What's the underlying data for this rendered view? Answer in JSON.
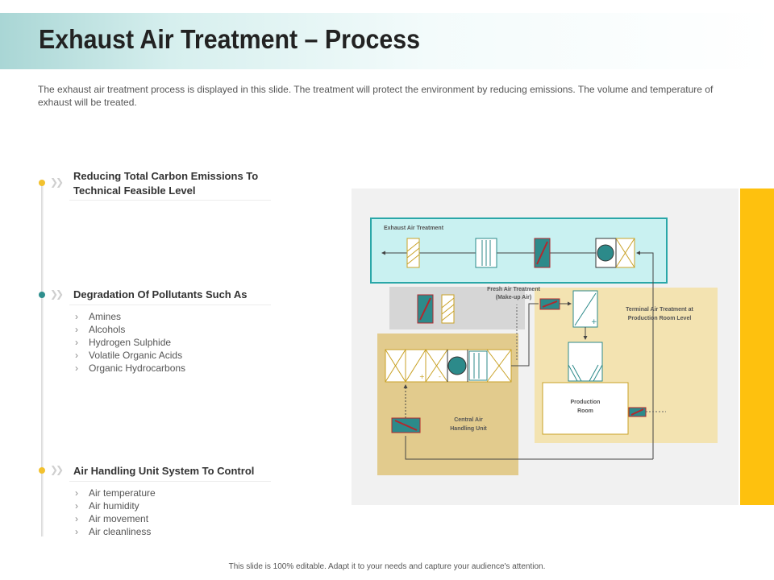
{
  "title": "Exhaust Air Treatment – Process",
  "description": "The exhaust air treatment process is displayed in this slide. The treatment will protect the environment by reducing emissions. The volume and temperature of exhaust will be treated.",
  "points": [
    {
      "title_line1": "Reducing Total Carbon Emissions To",
      "title_line2": "Technical Feasible Level",
      "items": []
    },
    {
      "title_line1": "Degradation Of Pollutants Such As",
      "title_line2": "",
      "items": [
        "Amines",
        "Alcohols",
        "Hydrogen Sulphide",
        "Volatile Organic Acids",
        "Organic Hydrocarbons"
      ]
    },
    {
      "title_line1": "Air Handling Unit System To Control",
      "title_line2": "",
      "items": [
        "Air temperature",
        "Air humidity",
        "Air movement",
        "Air cleanliness"
      ]
    }
  ],
  "bullet_mark": "›",
  "diagram": {
    "exhaust_label": "Exhaust Air Treatment",
    "fresh_label_line1": "Fresh Air Treatment",
    "fresh_label_line2": "(Make-up Air)",
    "terminal_label_line1": "Terminal Air Treatment at",
    "terminal_label_line2": "Production Room Level",
    "production_line1": "Production",
    "production_line2": "Room",
    "central_line1": "Central Air",
    "central_line2": "Handling Unit",
    "plus_sign": "+",
    "minus_sign": "-"
  },
  "footer": "This slide is 100% editable. Adapt it to your needs and capture your audience's attention.",
  "colors": {
    "accent_yellow": "#fec10e",
    "accent_teal": "#2a8a8a",
    "dot_yellow": "#f2c12e",
    "dot_teal": "#2f8f8e",
    "exhaust_box_fill": "#c9f1f1",
    "exhaust_box_border": "#2aa7a8",
    "terminal_fill": "#f3e3b1",
    "central_fill": "#e2cb8d",
    "fresh_fill": "#d6d6d6",
    "component_teal": "#2c8a8a",
    "component_red": "#b3282d",
    "component_gold": "#c9a227"
  }
}
